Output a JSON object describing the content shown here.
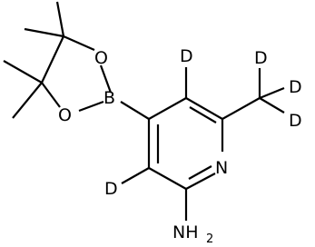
{
  "molecule": {
    "atoms": {
      "boron": "B",
      "oxygen_top": "O",
      "oxygen_bottom": "O",
      "nitrogen_ring": "N",
      "deuterium_ring_top": "D",
      "deuterium_ring_bottom": "D",
      "deuterium_methyl_top": "D",
      "deuterium_methyl_right": "D",
      "deuterium_methyl_bottom": "D",
      "amine_symbol": "NH",
      "amine_subscript": "2"
    }
  }
}
